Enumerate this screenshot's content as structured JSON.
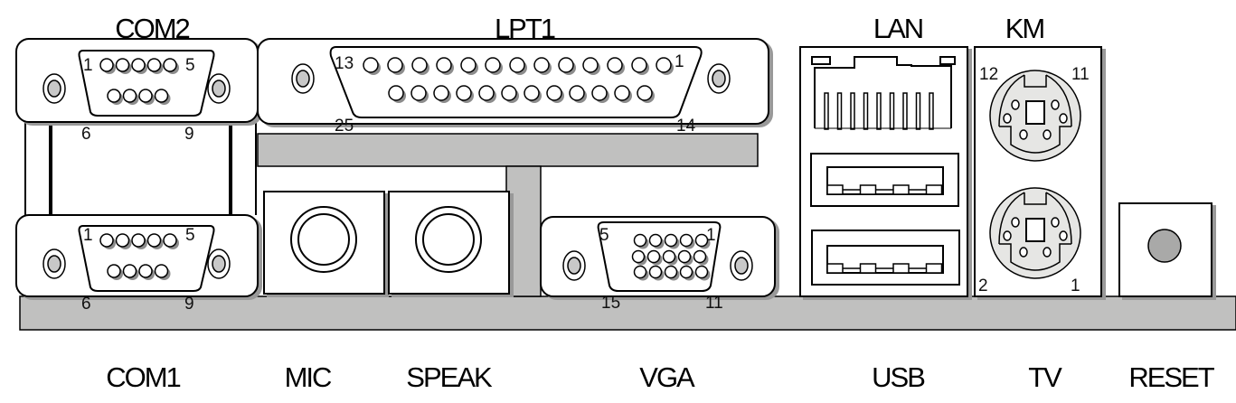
{
  "top_labels": {
    "com2": "COM2",
    "lpt1": "LPT1",
    "lan": "LAN",
    "km": "KM"
  },
  "bottom_labels": {
    "com1": "COM1",
    "mic": "MIC",
    "speak": "SPEAK",
    "vga": "VGA",
    "usb": "USB",
    "tv": "TV",
    "reset": "RESET"
  },
  "pin_labels": {
    "com2": {
      "top_left": "1",
      "top_right": "5",
      "bottom_left": "6",
      "bottom_right": "9"
    },
    "com1": {
      "top_left": "1",
      "top_right": "5",
      "bottom_left": "6",
      "bottom_right": "9"
    },
    "lpt1": {
      "top_left": "13",
      "top_right": "1",
      "bottom_left": "25",
      "bottom_right": "14"
    },
    "vga": {
      "top_left": "5",
      "top_right": "1",
      "bottom_left": "15",
      "bottom_right": "11"
    },
    "km": {
      "top_left": "12",
      "top_right": "11",
      "bottom_left": "2",
      "bottom_right": "1"
    }
  },
  "colors": {
    "panel_gray": "#c0c0bf",
    "port_gray": "#e6e6e4",
    "pin_shadow": "#8c8c8c"
  }
}
